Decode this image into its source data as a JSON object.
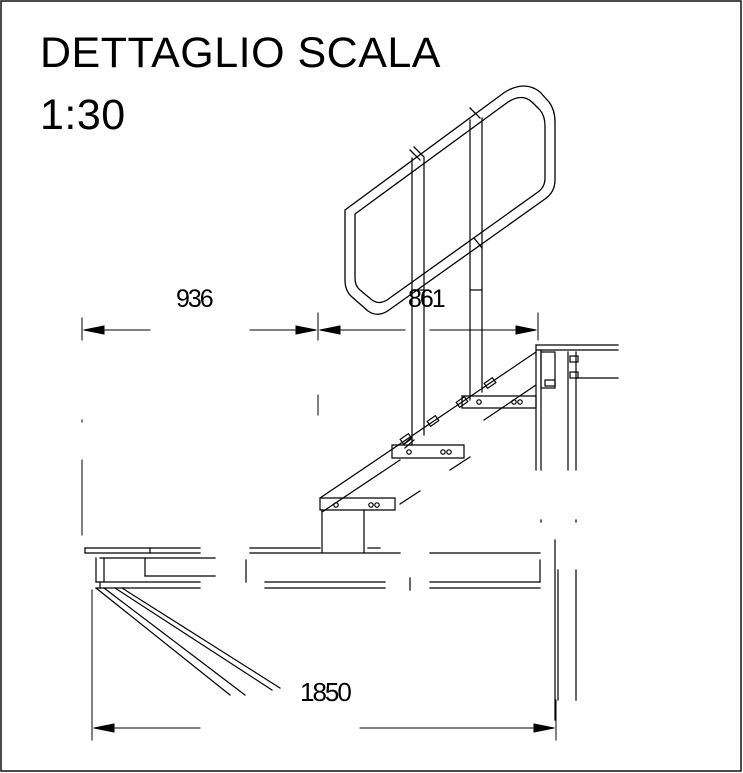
{
  "title": {
    "line1": "DETTAGLIO SCALA",
    "line2": "1:30"
  },
  "dimensions": {
    "width_936": "936",
    "width_861": "861",
    "total_1850": "1850"
  },
  "colors": {
    "line": "#000000",
    "background": "#ffffff"
  }
}
